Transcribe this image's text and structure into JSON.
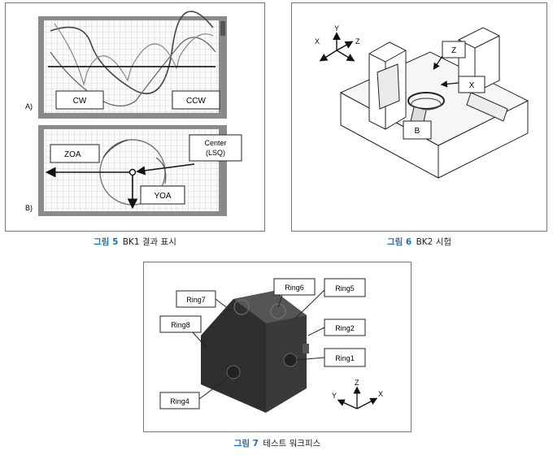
{
  "figure5": {
    "caption_number": "그림 5",
    "caption_text": "BK1 결과 표시",
    "panel_a_label": "A)",
    "panel_b_label": "B)",
    "cw_label": "CW",
    "ccw_label": "CCW",
    "zoa_label": "ZOA",
    "yoa_label": "YOA",
    "center_label_line1": "Center",
    "center_label_line2": "(LSQ)"
  },
  "figure6": {
    "caption_number": "그림 6",
    "caption_text": "BK2 시험",
    "axis_x": "X",
    "axis_y": "Y",
    "axis_z": "Z",
    "box_z": "Z",
    "box_x": "X",
    "box_b": "B"
  },
  "figure7": {
    "caption_number": "그림 7",
    "caption_text": "테스트 워크피스",
    "rings": {
      "ring1": "Ring1",
      "ring2": "Ring2",
      "ring4": "Ring4",
      "ring5": "Ring5",
      "ring6": "Ring6",
      "ring7": "Ring7",
      "ring8": "Ring8"
    },
    "axis_x": "X",
    "axis_y": "Y",
    "axis_z": "Z"
  }
}
